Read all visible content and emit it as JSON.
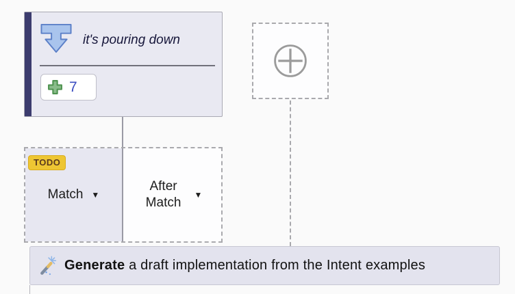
{
  "intent_card": {
    "name": "it's pouring down",
    "example_count": "7",
    "icon": "intent-funnel-icon",
    "add_example_icon": "green-plus-icon"
  },
  "add_intent": {
    "icon": "add-circle-icon"
  },
  "match_node": {
    "todo_badge": "TODO",
    "match_label": "Match",
    "after_match_label": "After Match",
    "dropdown_glyph": "▼"
  },
  "generate_bar": {
    "icon": "magic-wand-icon",
    "action": "Generate",
    "description": " a draft implementation from the Intent examples"
  },
  "colors": {
    "card_bg": "#e9e9f2",
    "card_accent": "#3c3c6e",
    "todo_bg": "#eec633",
    "plus_green": "#4f9350",
    "count_blue": "#3a4cc0",
    "icon_blue_fill": "#a9c4ed",
    "icon_blue_stroke": "#5c80c8",
    "dashed_border": "#a9a9ad"
  }
}
